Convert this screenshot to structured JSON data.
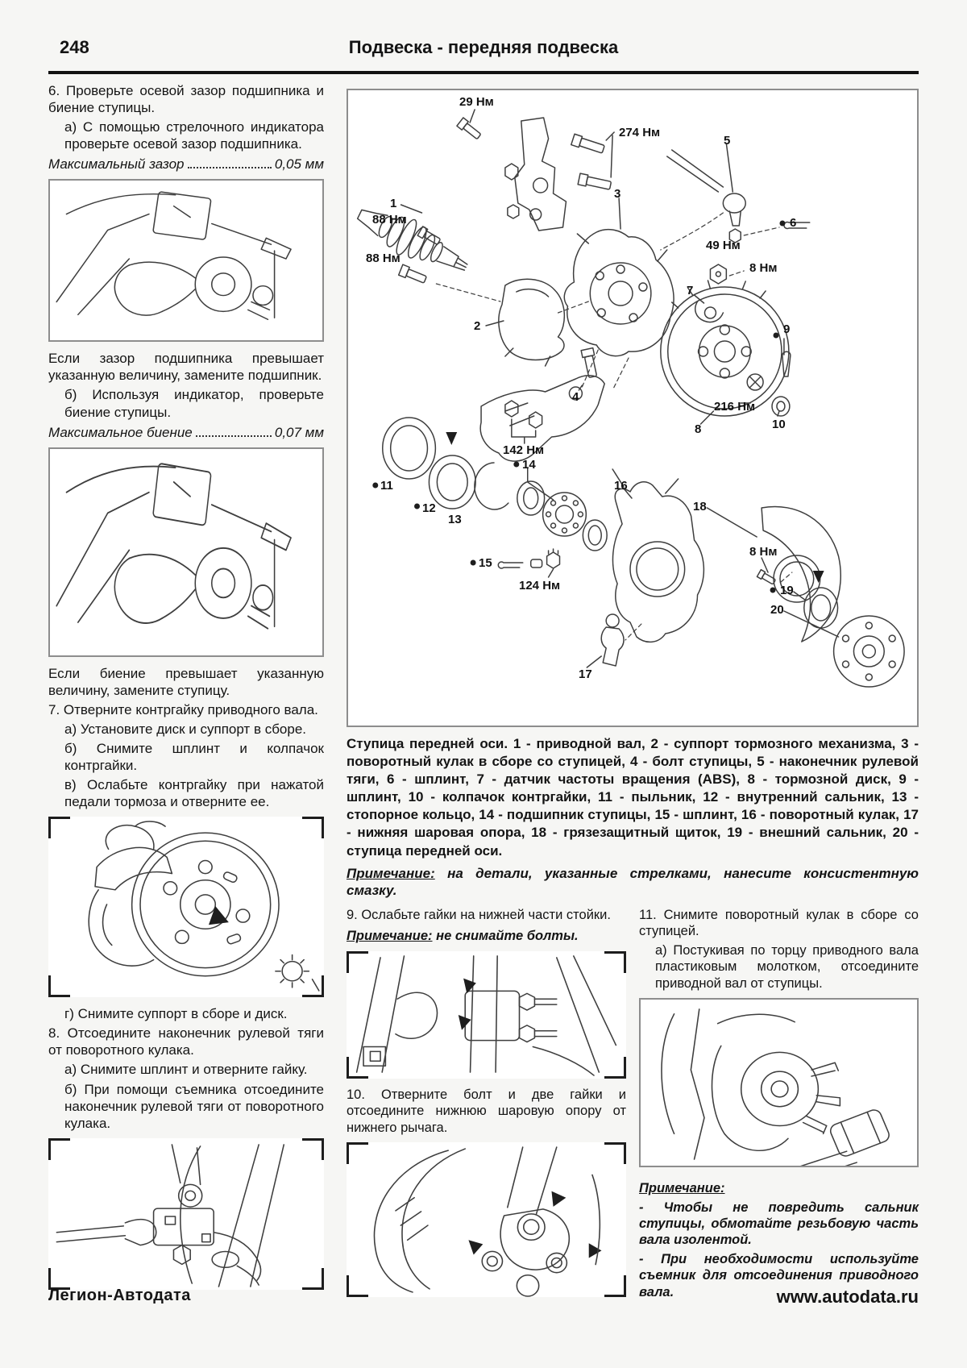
{
  "header": {
    "page_number": "248",
    "title": "Подвеска - передняя подвеска"
  },
  "left": {
    "step6": "6. Проверьте осевой зазор подшипника и биение ступицы.",
    "step6a": "а) С помощью стрелочного индикатора проверьте осевой зазор подшипника.",
    "spec_gap_label": "Максимальный зазор",
    "spec_gap_value": "0,05 мм",
    "if_gap": "Если зазор подшипника превышает указанную величину, замените подшипник.",
    "step6b": "б) Используя индикатор, проверьте биение ступицы.",
    "spec_runout_label": "Максимальное биение",
    "spec_runout_value": "0,07 мм",
    "if_runout": "Если биение превышает указанную величину, замените ступицу.",
    "step7": "7. Отверните контргайку приводного вала.",
    "step7a": "а) Установите диск и суппорт в сборе.",
    "step7b": "б) Снимите шплинт и колпачок контргайки.",
    "step7c": "в) Ослабьте контргайку при нажатой педали тормоза и отверните ее.",
    "step7d": "г) Снимите суппорт в сборе и диск.",
    "step8": "8. Отсоедините наконечник рулевой тяги от поворотного кулака.",
    "step8a": "а) Снимите шплинт и отверните гайку.",
    "step8b": "б) При помощи съемника отсоедините наконечник рулевой тяги от поворотного кулака."
  },
  "diagram": {
    "labels": [
      {
        "text": "29 Нм"
      },
      {
        "text": "274 Нм"
      },
      {
        "text": "5"
      },
      {
        "text": "1"
      },
      {
        "text": "88 Нм"
      },
      {
        "text": "3"
      },
      {
        "text": "6"
      },
      {
        "text": "49 Нм"
      },
      {
        "text": "88 Нм"
      },
      {
        "text": "8 Нм"
      },
      {
        "text": "2"
      },
      {
        "text": "7"
      },
      {
        "text": "9"
      },
      {
        "text": "4"
      },
      {
        "text": "216 Нм"
      },
      {
        "text": "8"
      },
      {
        "text": "10"
      },
      {
        "text": "142 Нм"
      },
      {
        "text": "14"
      },
      {
        "text": "11"
      },
      {
        "text": "16"
      },
      {
        "text": "12"
      },
      {
        "text": "13"
      },
      {
        "text": "18"
      },
      {
        "text": "8 Нм"
      },
      {
        "text": "15"
      },
      {
        "text": "124 Нм"
      },
      {
        "text": "19"
      },
      {
        "text": "20"
      },
      {
        "text": "17"
      }
    ],
    "caption": "Ступица передней оси. 1 - приводной вал, 2 - суппорт тормозного механизма, 3 - поворотный кулак в сборе со ступицей, 4 - болт ступицы, 5 - наконечник рулевой тяги, 6 - шплинт, 7 - датчик частоты вращения (ABS), 8 - тормозной диск, 9 - шплинт, 10 - колпачок контргайки, 11 - пыльник, 12 - внутренний сальник, 13 - стопорное кольцо, 14 - подшипник ступицы, 15 - шплинт, 16 - поворотный кулак, 17 - нижняя шаровая опора, 18 - грязезащитный щиток, 19 - внешний сальник, 20 - ступица передней оси.",
    "note_label": "Примечание:",
    "note_text": " на детали, указанные стрелками, нанесите консистентную смазку."
  },
  "bottom_left": {
    "step9": "9. Ослабьте гайки на нижней части стойки.",
    "note9_label": "Примечание:",
    "note9_text": " не снимайте болты.",
    "step10": "10. Отверните болт и две гайки и отсоедините нижнюю шаровую опору от нижнего рычага."
  },
  "bottom_right": {
    "step11": "11. Снимите поворотный кулак в сборе со ступицей.",
    "step11a": "а) Постукивая по торцу приводного вала пластиковым молотком, отсоедините приводной вал от ступицы.",
    "note_label": "Примечание:",
    "note_line1": "- Чтобы не повредить сальник ступицы, обмотайте резьбовую часть вала изолентой.",
    "note_line2": "- При необходимости используйте съемник для отсоединения приводного вала."
  },
  "footer": {
    "publisher": "Легион-Автодата",
    "site": "www.autodata.ru"
  }
}
